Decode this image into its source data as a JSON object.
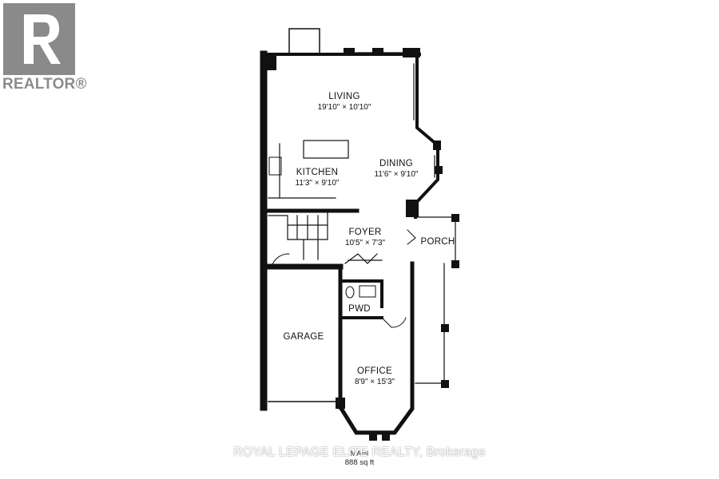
{
  "logo": {
    "text": "REALTOR®",
    "icon": "realtor-r-logo-icon"
  },
  "rooms": {
    "living": {
      "name": "LIVING",
      "dims": "19'10\" × 10'10\""
    },
    "kitchen": {
      "name": "KITCHEN",
      "dims": "11'3\" × 9'10\""
    },
    "dining": {
      "name": "DINING",
      "dims": "11'6\" × 9'10\""
    },
    "foyer": {
      "name": "FOYER",
      "dims": "10'5\" × 7'3\""
    },
    "porch": {
      "name": "PORCH"
    },
    "pwd": {
      "name": "PWD"
    },
    "garage": {
      "name": "GARAGE"
    },
    "office": {
      "name": "OFFICE",
      "dims": "8'9\" × 15'3\""
    }
  },
  "footer": {
    "level": "MAIN",
    "area": "888 sq ft"
  },
  "watermark": "ROYAL LEPAGE ELITE REALTY, Brokerage",
  "colors": {
    "wall": "#111111",
    "logo": "#8a8a8a",
    "background": "#ffffff"
  }
}
